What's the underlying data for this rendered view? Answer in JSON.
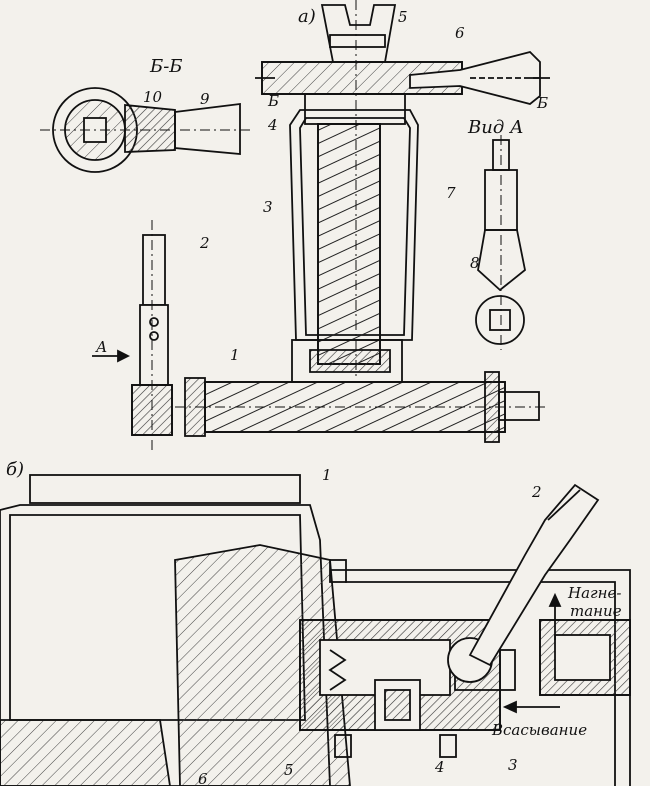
{
  "figure": {
    "part_a_label": "а)",
    "part_b_label": "б)",
    "section_label": "Б-Б",
    "view_label": "Вид А",
    "arrow_label_a": "А",
    "arrow_label_b": "Б",
    "numbers_a": [
      "1",
      "2",
      "3",
      "4",
      "5",
      "6",
      "7",
      "8",
      "9",
      "10"
    ],
    "numbers_b": [
      "1",
      "2",
      "3",
      "4",
      "5",
      "6"
    ],
    "pressure_label_line1": "Нагне-",
    "pressure_label_line2": "тание",
    "suction_label": "Всасывание"
  },
  "colors": {
    "ink": "#111111",
    "paper": "#f3f1ec",
    "hatch": "#333333"
  }
}
